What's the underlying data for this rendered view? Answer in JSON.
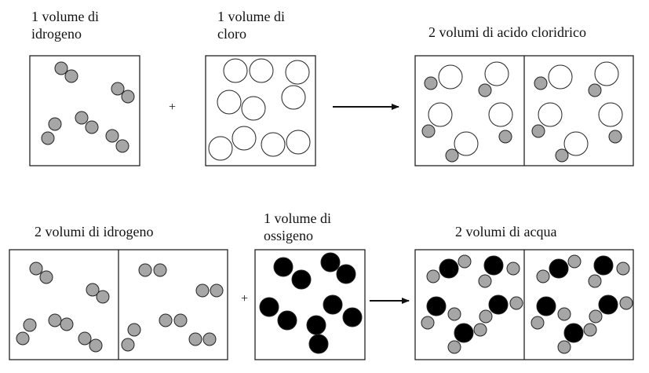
{
  "row1": {
    "hydrogen_label": "1 volume di\nidrogeno",
    "chlorine_label": "1 volume di\ncloro",
    "plus": "+",
    "product_label": "2 volumi di acido cloridrico"
  },
  "row2": {
    "hydrogen_label": "2 volumi di idrogeno",
    "oxygen_label": "1 volume di\nossigeno",
    "plus": "+",
    "product_label": "2 volumi di acqua"
  },
  "colors": {
    "hydrogen": "#a6a6a6",
    "chlorine": "#ffffff",
    "oxygen": "#000000",
    "outline": "#222222"
  }
}
